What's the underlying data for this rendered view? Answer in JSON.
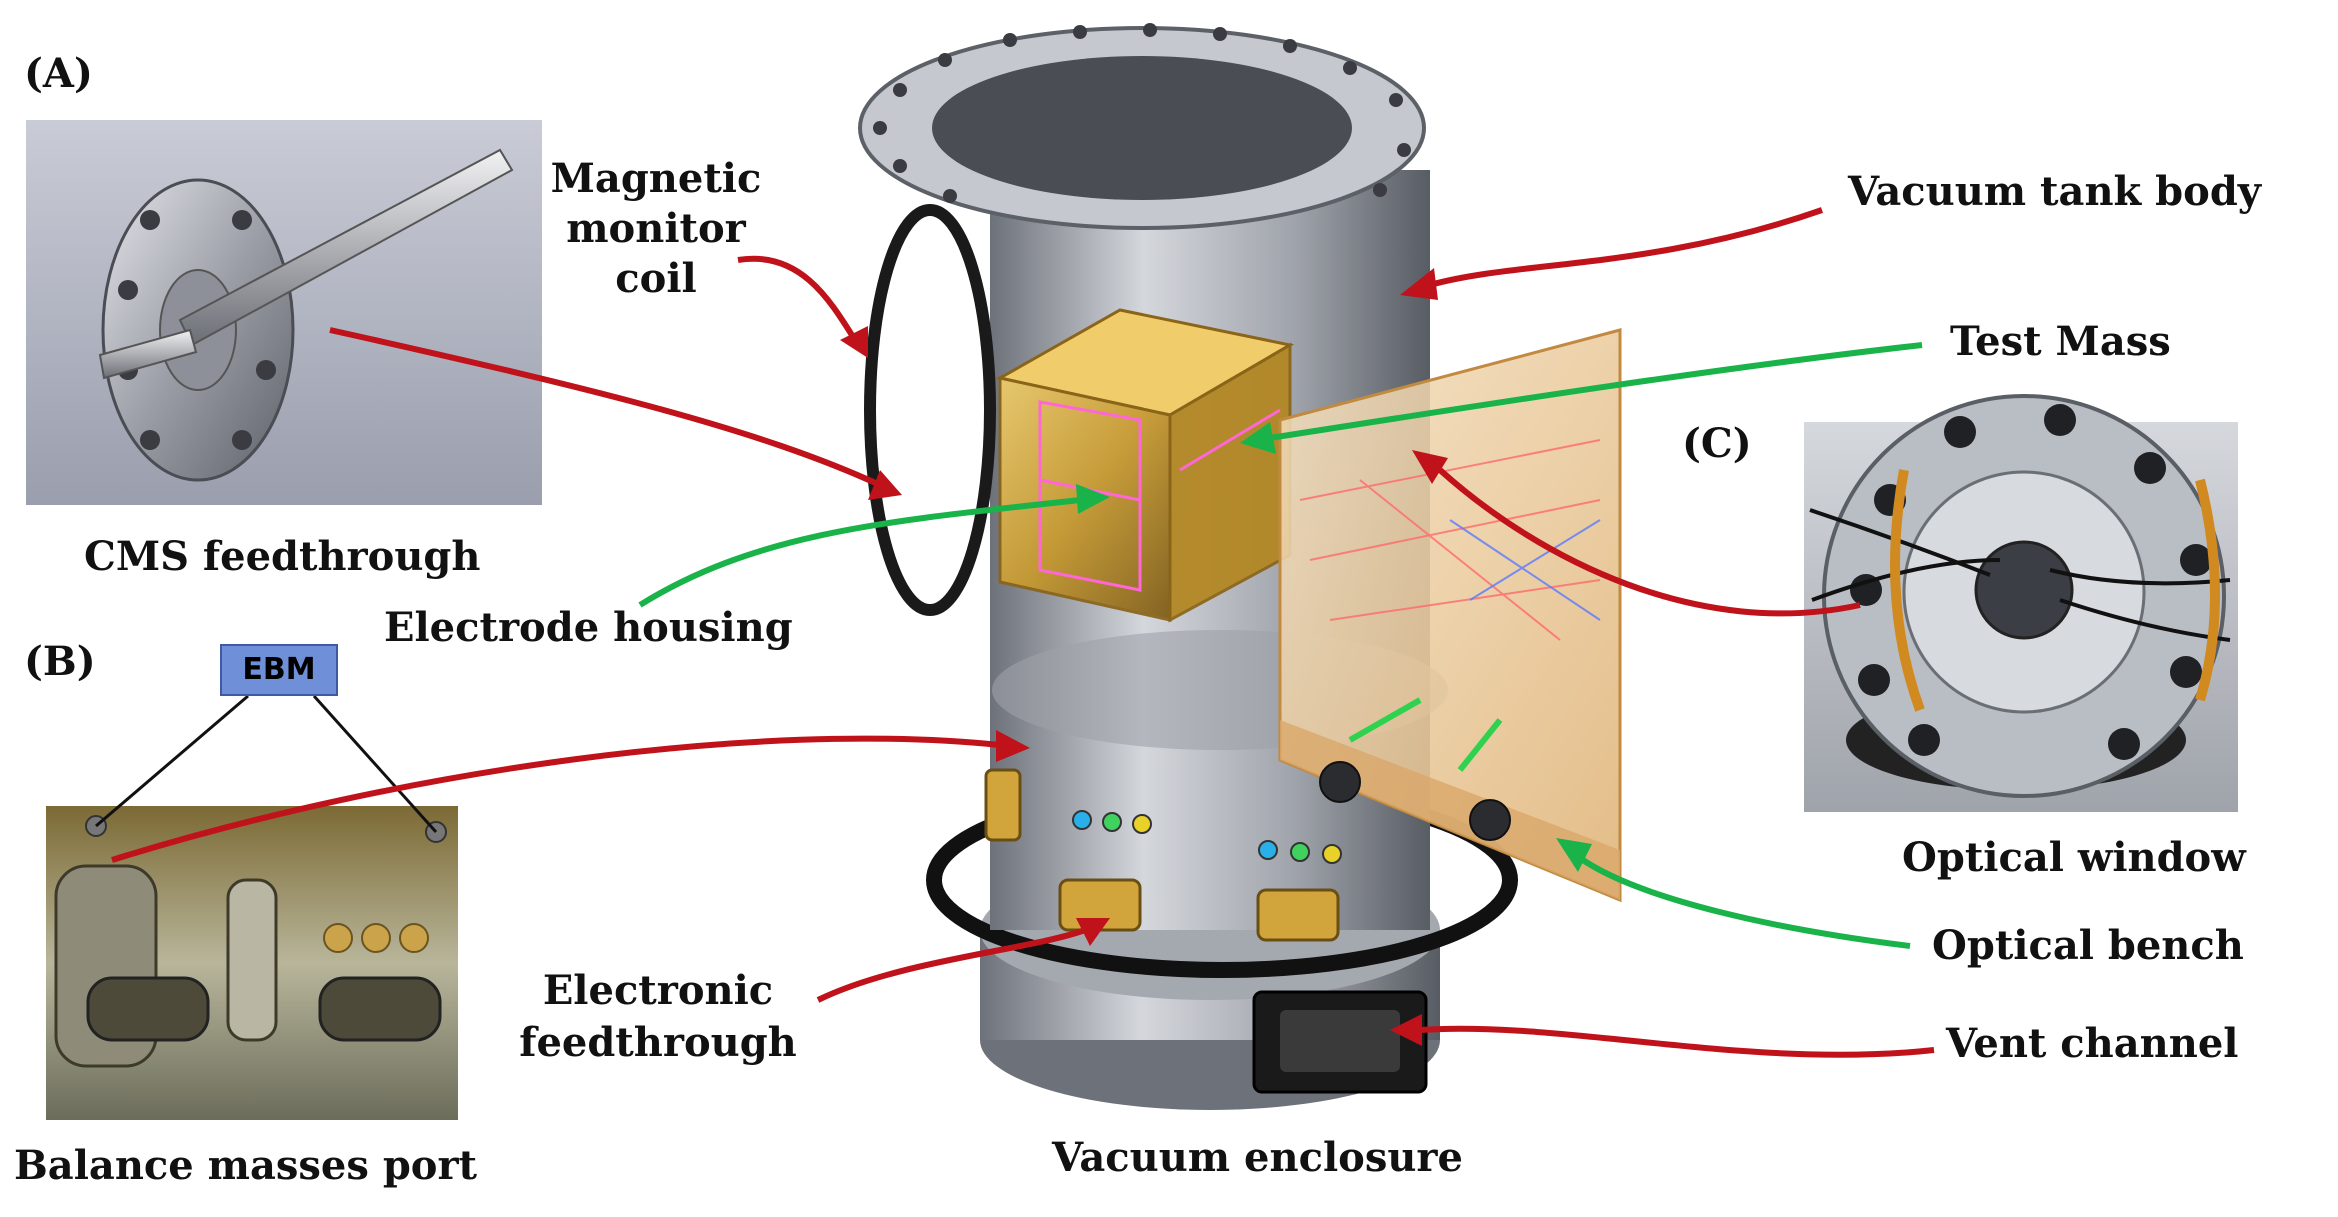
{
  "panels": {
    "a": "(A)",
    "b": "(B)",
    "c": "(C)"
  },
  "labels": {
    "cms_feedthrough": "CMS feedthrough",
    "magnetic_monitor_coil": "Magnetic\nmonitor\ncoil",
    "electrode_housing": "Electrode housing",
    "balance_masses_port": "Balance masses port",
    "ebm": "EBM",
    "electronic_feedthrough": "Electronic\nfeedthrough",
    "vacuum_enclosure": "Vacuum enclosure",
    "vacuum_tank_body": "Vacuum tank body",
    "test_mass": "Test Mass",
    "optical_window": "Optical window",
    "optical_bench": "Optical bench",
    "vent_channel": "Vent channel"
  },
  "colors": {
    "arrow_red": "#c0121a",
    "arrow_green": "#19b34a",
    "ebm_fill": "#6f8fd8",
    "housing_gold": "#c89a2e"
  }
}
